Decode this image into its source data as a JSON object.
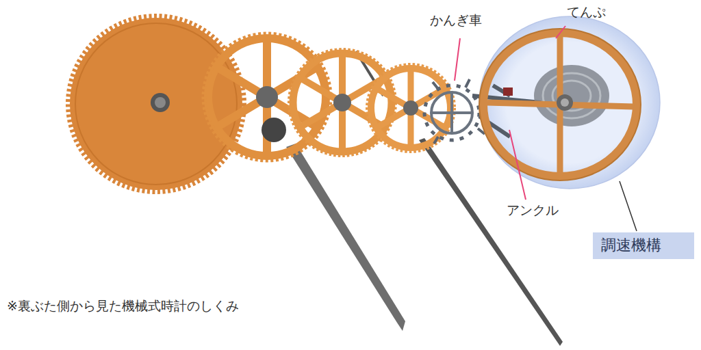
{
  "diagram": {
    "nodes": [
      {
        "text": [
          "調速機構"
        ]
      }
    ],
    "labels": [
      "かんぎ車",
      "てんぷ",
      "アンクル",
      "※裏ぶた側から見た機械式時計のしくみ"
    ]
  }
}
